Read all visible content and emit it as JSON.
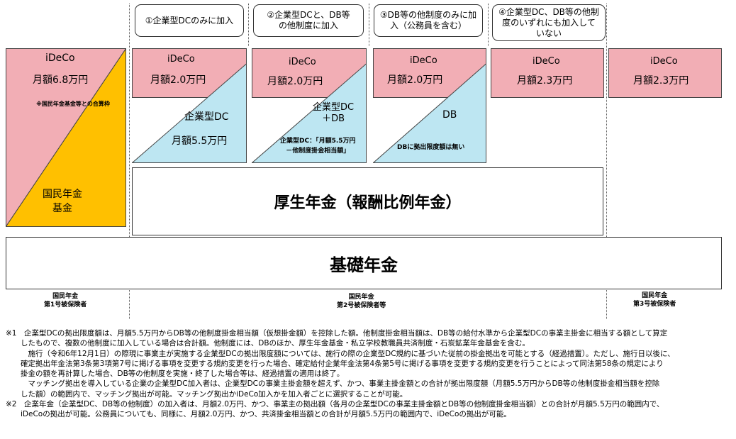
{
  "headers": [
    "①企業型DCのみに加入",
    "②企業型DCと、DB等の他制度に加入",
    "③DB等の他制度のみに加入（公務員を含む）",
    "④企業型DC、DB等の他制度のいずれにも加入していない"
  ],
  "col1": {
    "top_name": "iDeCo",
    "top_amount": "月額6.8万円",
    "note": "※国民年金基金等との合算枠",
    "bottom_name": "国民年金",
    "bottom_name2": "基金"
  },
  "col2": {
    "top_name": "iDeCo",
    "top_amount": "月額2.0万円",
    "bottom_name": "企業型DC",
    "bottom_amount": "月額5.5万円"
  },
  "col3": {
    "top_name": "iDeCo",
    "top_amount": "月額2.0万円",
    "bottom_name": "企業型DC",
    "bottom_name2": "＋DB",
    "note_line1": "企業型DC：「月額5.5万円",
    "note_line2": "－他制度掛金相当額」"
  },
  "col4": {
    "top_name": "iDeCo",
    "top_amount": "月額2.0万円",
    "bottom_name": "DB",
    "note": "DBに拠出限度額は無い"
  },
  "col5": {
    "top_name": "iDeCo",
    "top_amount": "月額2.3万円"
  },
  "col6": {
    "top_name": "iDeCo",
    "top_amount": "月額2.3万円"
  },
  "kosei": "厚生年金（報酬比例年金）",
  "kiso": "基礎年金",
  "groups": [
    {
      "line1": "国民年金",
      "line2": "第1号被保険者"
    },
    {
      "line1": "国民年金",
      "line2": "第2号被保険者等"
    },
    {
      "line1": "国民年金",
      "line2": "第3号被保険者"
    }
  ],
  "notes": [
    "※1　企業型DCの拠出限度額は、月額5.5万円からDB等の他制度掛金相当額（仮想掛金額）を控除した額。他制度掛金相当額は、DB等の給付水準から企業型DCの事業主掛金に相当する額として算定",
    "　　したもので、複数の他制度に加入している場合は合計額。他制度には、DBのほか、厚生年金基金・私立学校教職員共済制度・石炭鉱業年金基金を含む。",
    "　　　施行（令和6年12月1日）の際現に事業主が実施する企業型DCの拠出限度額については、施行の際の企業型DC規約に基づいた従前の掛金拠出を可能とする（経過措置）。ただし、施行日以後に、",
    "　　確定拠出年金法第3条第3項第7号に掲げる事項を変更する規約変更を行った場合、確定給付企業年金法第4条第5号に掲げる事項を変更する規約変更を行うことによって同法第58条の規定により",
    "　　掛金の額を再計算した場合、DB等の他制度を実施・終了した場合等は、経過措置の適用は終了。",
    "　　　マッチング拠出を導入している企業の企業型DC加入者は、企業型DCの事業主掛金額を超えず、かつ、事業主掛金額との合計が拠出限度額（月額5.5万円からDB等の他制度掛金相当額を控除",
    "　　した額）の範囲内で、マッチング拠出が可能。マッチング拠出かiDeCo加入かを加入者ごとに選択することが可能。",
    "※2　企業年金（企業型DC、DB等の他制度）の加入者は、月額2.0万円、かつ、事業主の拠出額（各月の企業型DCの事業主掛金額とDB等の他制度掛金相当額）との合計が月額5.5万円の範囲内で、",
    "　　iDeCoの拠出が可能。公務員についても、同様に、月額2.0万円、かつ、共済掛金相当額との合計が月額5.5万円の範囲内で、iDeCoの拠出が可能。"
  ],
  "colors": {
    "pink": "#f2aeb5",
    "blue": "#bde6f2",
    "orange": "#ffc000",
    "border": "#444444"
  }
}
